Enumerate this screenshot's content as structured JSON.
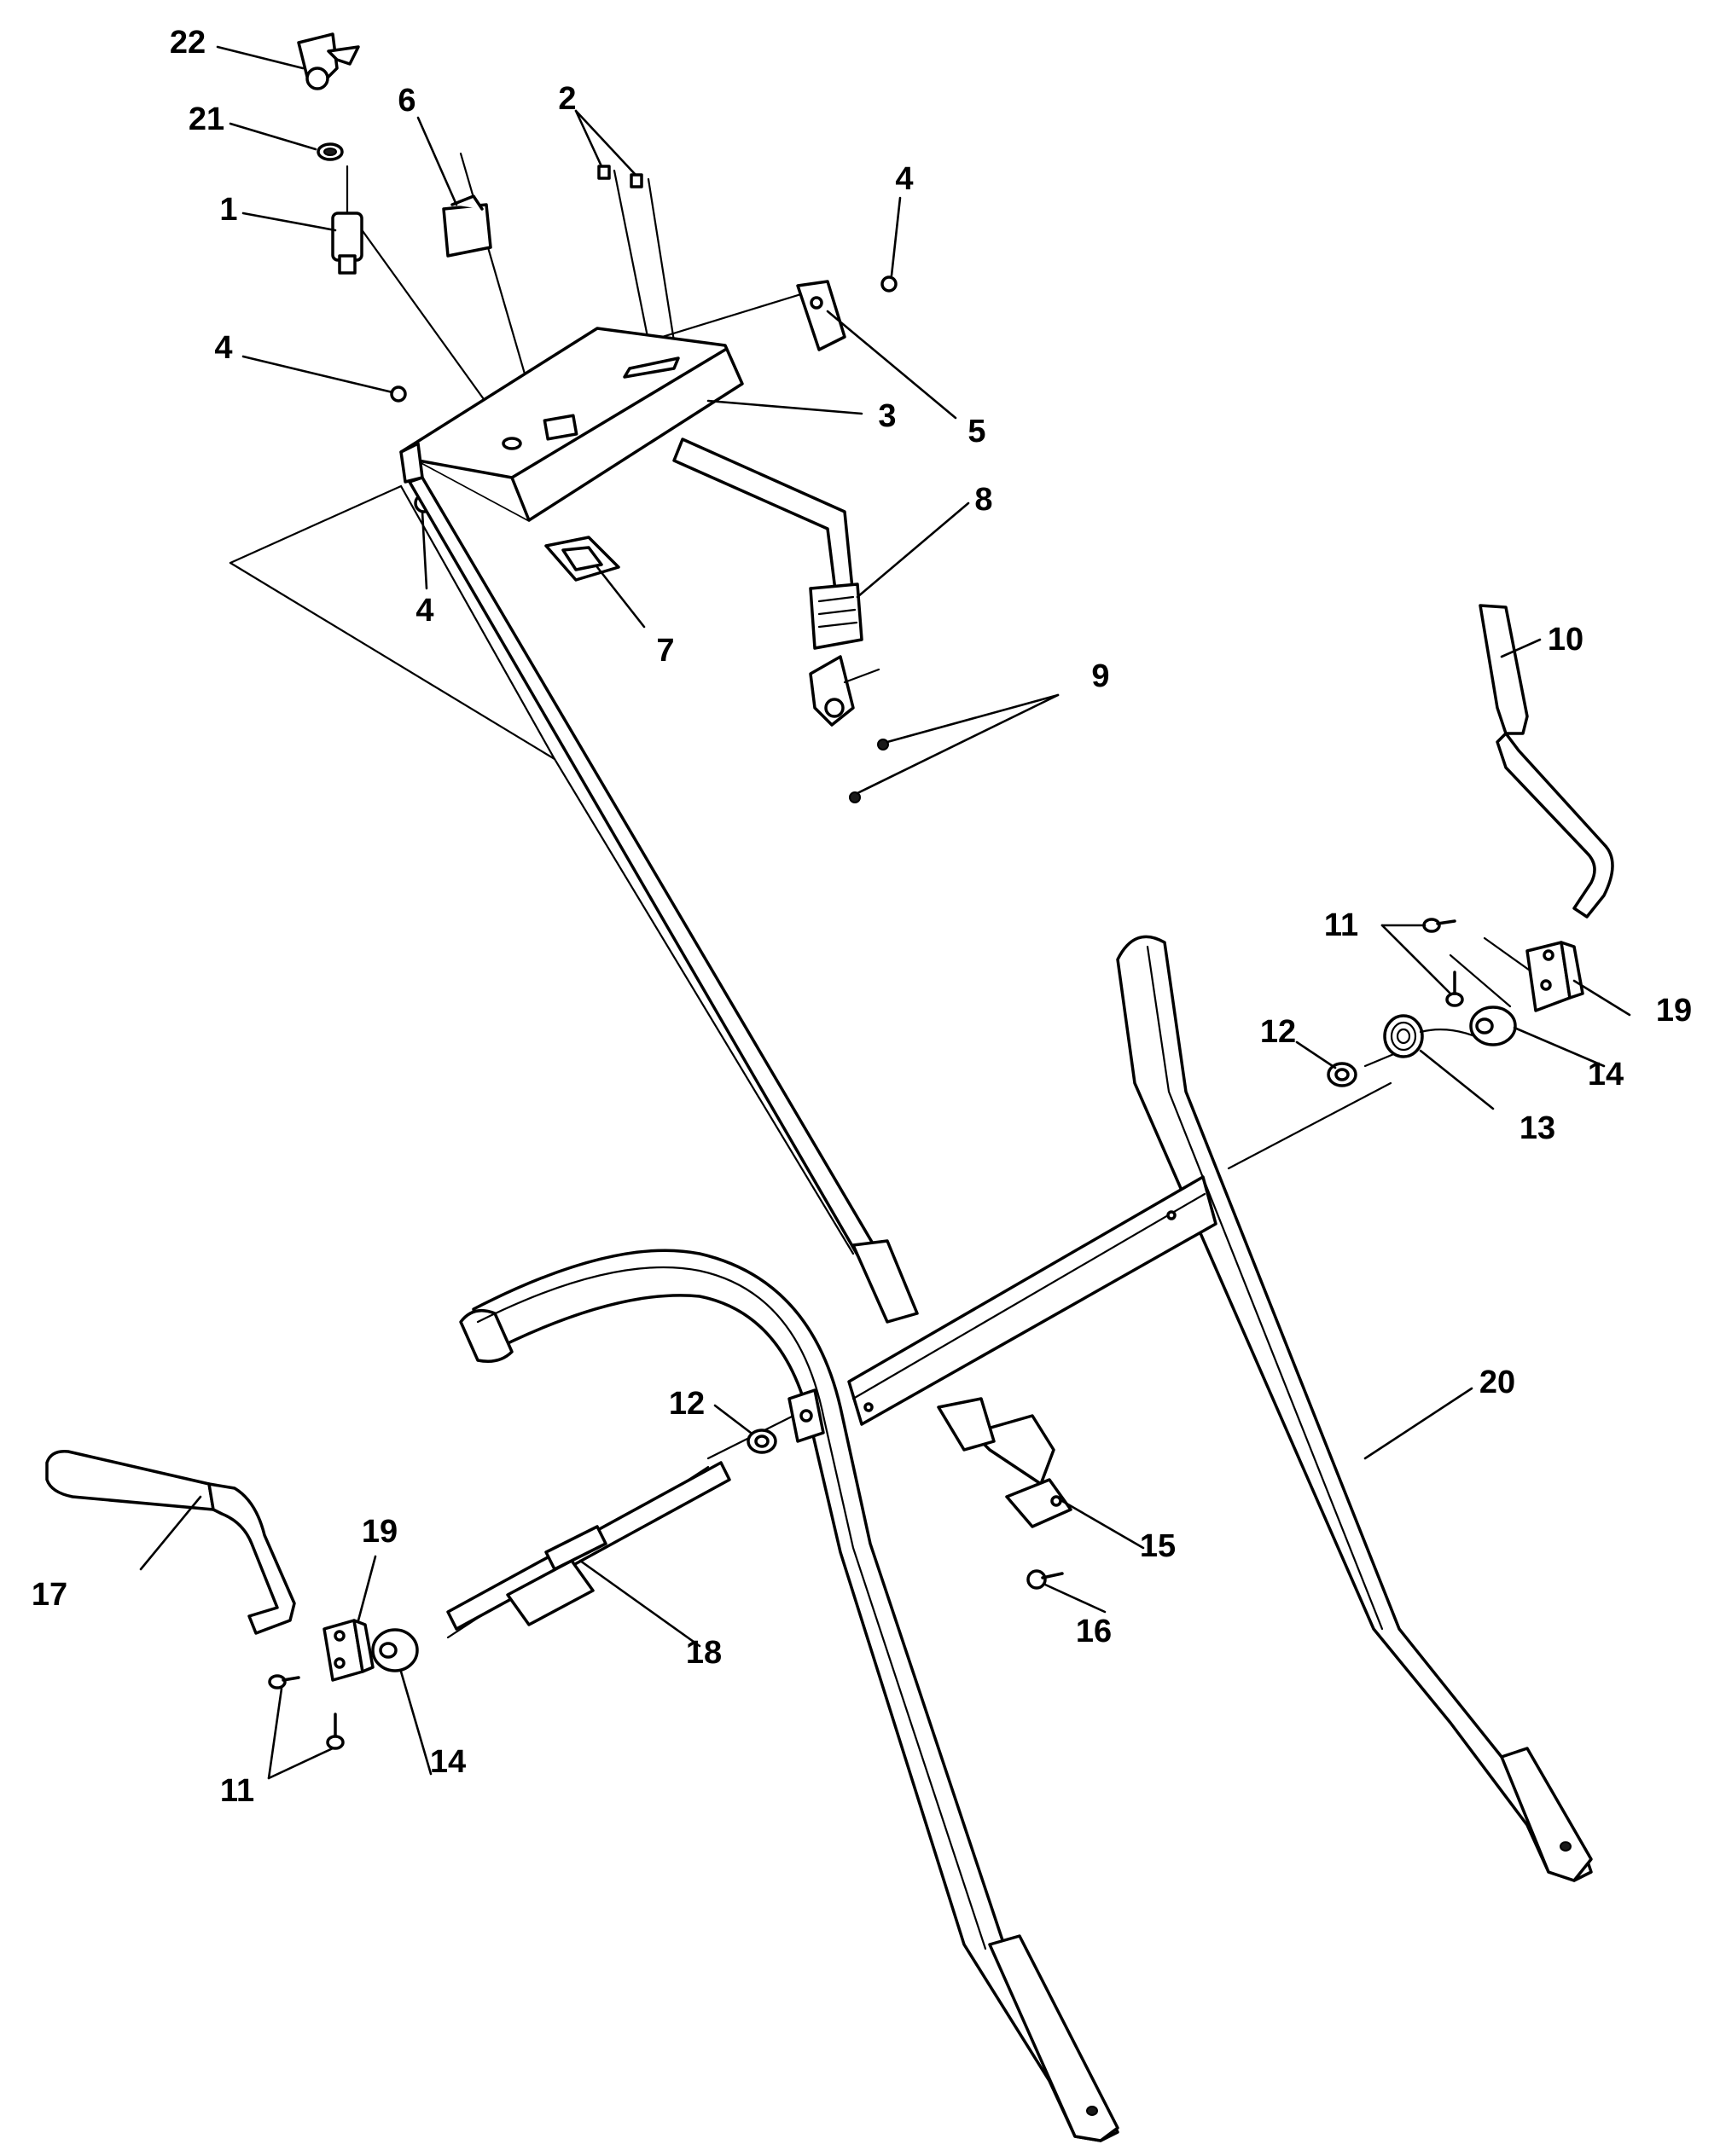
{
  "callouts": {
    "c1": "1",
    "c2": "2",
    "c3": "3",
    "c4a": "4",
    "c4b": "4",
    "c4c": "4",
    "c5": "5",
    "c6": "6",
    "c7": "7",
    "c8": "8",
    "c9": "9",
    "c10": "10",
    "c11a": "11",
    "c11b": "11",
    "c12a": "12",
    "c12b": "12",
    "c13": "13",
    "c14a": "14",
    "c14b": "14",
    "c15": "15",
    "c16": "16",
    "c17": "17",
    "c18": "18",
    "c19a": "19",
    "c19b": "19",
    "c20": "20",
    "c21": "21",
    "c22": "22"
  }
}
